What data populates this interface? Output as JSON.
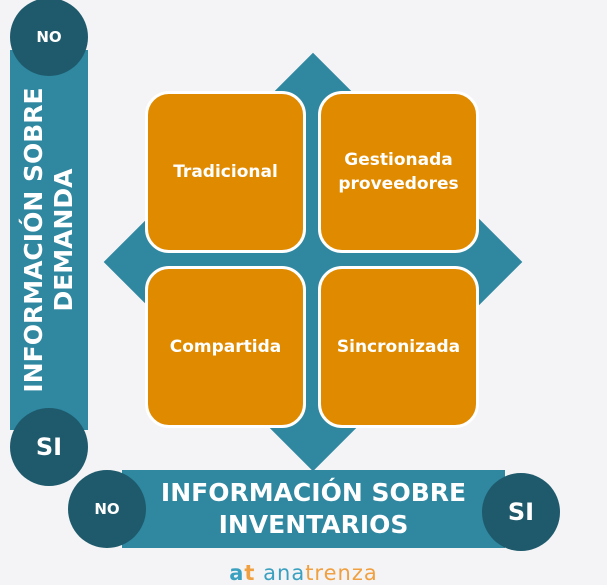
{
  "demand_axis": {
    "line1": "INFORMACIÓN SOBRE",
    "line2": "DEMANDA",
    "top_label": "NO",
    "bottom_label": "SI"
  },
  "inventory_axis": {
    "line1": "INFORMACIÓN SOBRE",
    "line2": "INVENTARIOS",
    "left_label": "NO",
    "right_label": "SI"
  },
  "quadrants": {
    "top_left": {
      "line1": "Tradicional"
    },
    "top_right": {
      "line1": "Gestionada",
      "line2": "proveedores"
    },
    "bottom_left": {
      "line1": "Compartida"
    },
    "bottom_right": {
      "line1": "Sincronizada"
    }
  },
  "logo": {
    "mark": "at",
    "part1": "ana",
    "part2": "trenza"
  },
  "colors": {
    "teal": "#2f87a0",
    "dark_teal": "#1e5a6c",
    "orange": "#e08a00",
    "logo_blue": "#3aa0c0",
    "logo_orange": "#f0a040"
  }
}
